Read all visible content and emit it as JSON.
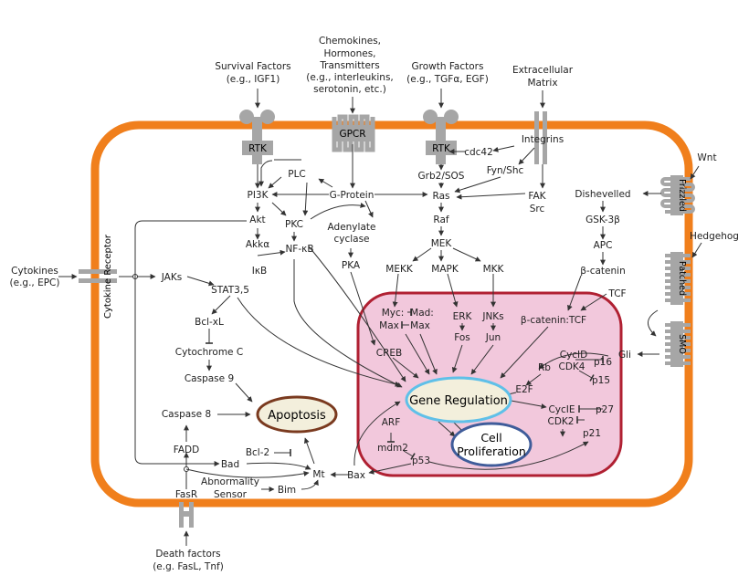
{
  "colors": {
    "cell_border": "#f07f1c",
    "nucleus_fill": "#f2c8dc",
    "nucleus_border": "#b02032",
    "receptor": "#a6a6a6",
    "apoptosis_fill": "#f3efdc",
    "apoptosis_border": "#7a3a1f",
    "gene_border": "#5fc0e8",
    "prolif_border": "#3f5c9a"
  },
  "ext": {
    "survival_1": "Survival Factors",
    "survival_2": "(e.g., IGF1)",
    "chemo_1": "Chemokines,",
    "chemo_2": "Hormones,",
    "chemo_3": "Transmitters",
    "chemo_4": "(e.g., interleukins,",
    "chemo_5": "serotonin, etc.)",
    "growth_1": "Growth Factors",
    "growth_2": "(e.g., TGFα, EGF)",
    "ecm_1": "Extracellular",
    "ecm_2": "Matrix",
    "wnt": "Wnt",
    "hedgehog": "Hedgehog",
    "cytokines_1": "Cytokines",
    "cytokines_2": "(e.g., EPC)",
    "death_1": "Death factors",
    "death_2": "(e.g. FasL, Tnf)"
  },
  "receptors": {
    "rtk_left": "RTK",
    "gpcr": "GPCR",
    "rtk_mid": "RTK",
    "integrins": "Integrins",
    "frizzled": "Frizzled",
    "patched": "Patched",
    "smo": "SMO",
    "cytokine_receptor": "Cytokine Receptor",
    "fasr": "FasR"
  },
  "cytoplasm": {
    "pi3k": "PI3K",
    "akt": "Akt",
    "akka": "Akkα",
    "ikb": "IκB",
    "pkc": "PKC",
    "nfkb": "NF-κB",
    "plc": "PLC",
    "gprotein": "G-Protein",
    "adenylate_1": "Adenylate",
    "adenylate_2": "cyclase",
    "pka": "PKA",
    "cdc42": "cdc42",
    "grb2": "Grb2/SOS",
    "fynshc": "Fyn/Shc",
    "ras": "Ras",
    "raf": "Raf",
    "mek": "MEK",
    "fak": "FAK",
    "src": "Src",
    "mekk": "MEKK",
    "mapk": "MAPK",
    "mkk": "MKK",
    "dishevelled": "Dishevelled",
    "gsk3b": "GSK-3β",
    "apc": "APC",
    "bcatenin": "β-catenin",
    "tcf": "TCF",
    "jaks": "JAKs",
    "stat": "STAT3,5",
    "bclxl": "Bcl-xL",
    "cytc": "Cytochrome C",
    "casp9": "Caspase 9",
    "casp8": "Caspase 8",
    "fadd": "FADD",
    "bad": "Bad",
    "bcl2": "Bcl-2",
    "abn_1": "Abnormality",
    "abn_2": "Sensor",
    "bim": "Bim",
    "mt": "Mt",
    "bax": "Bax",
    "gli": "Gli",
    "apoptosis": "Apoptosis"
  },
  "nucleus": {
    "mycmad_1": "Myc:",
    "mycmad_2": "Mad:",
    "maxmax_1": "Max",
    "maxmax_2": "Max",
    "creb": "CREB",
    "erk": "ERK",
    "fos": "Fos",
    "jnks": "JNKs",
    "jun": "Jun",
    "bcat_tcf": "β-catenin:TCF",
    "cycd": "CycID",
    "p16": "p16",
    "rb": "Rb",
    "cdk4": "CDK4",
    "p15": "p15",
    "e2f": "E2F",
    "gene_regulation": "Gene Regulation",
    "cyce": "CycIE",
    "p27": "p27",
    "cdk2": "CDK2",
    "p21": "p21",
    "arf": "ARF",
    "mdm2": "mdm2",
    "p53": "p53",
    "prolif_1": "Cell",
    "prolif_2": "Proliferation"
  }
}
